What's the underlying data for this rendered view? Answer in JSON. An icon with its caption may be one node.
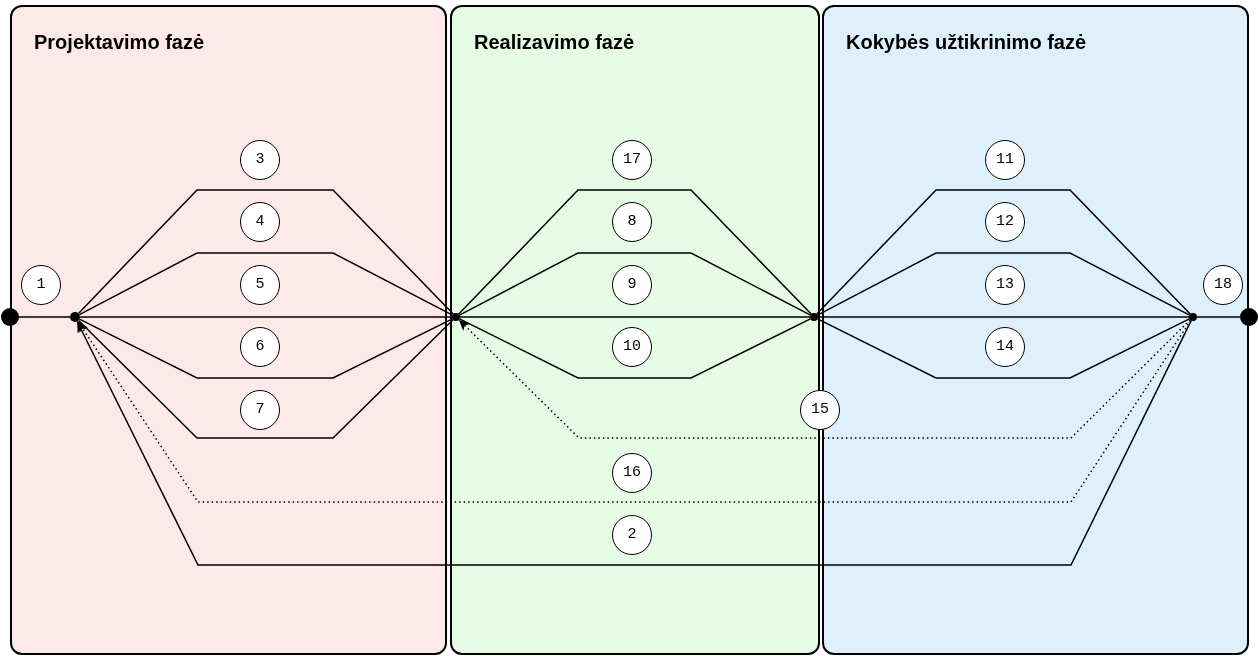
{
  "diagram": {
    "nodes": [
      {
        "text": [
          "Projektavimo fazė"
        ]
      },
      {
        "text": [
          "Realizavimo fazė"
        ]
      },
      {
        "text": [
          "Kokybės užtikrinimo fazė"
        ]
      },
      {
        "text": [],
        "shape": "circle"
      },
      {
        "text": [],
        "shape": "circle",
        "in": 0
      },
      {
        "text": [],
        "shape": "circle",
        "in": 1
      },
      {
        "text": [],
        "shape": "circle",
        "in": 1
      },
      {
        "text": [],
        "shape": "circle",
        "in": 2
      },
      {
        "text": [],
        "shape": "circle"
      }
    ],
    "edges": [
      {
        "from": 3,
        "to": 4,
        "arrow": "none",
        "label": "1"
      },
      {
        "from": 7,
        "to": 4,
        "arrow": "to",
        "label": "2"
      },
      {
        "from": 4,
        "to": 5,
        "arrow": "none",
        "label": "3"
      },
      {
        "from": 4,
        "to": 5,
        "arrow": "none",
        "label": "4"
      },
      {
        "from": 4,
        "to": 5,
        "arrow": "none",
        "label": "5"
      },
      {
        "from": 4,
        "to": 5,
        "arrow": "none",
        "label": "6"
      },
      {
        "from": 4,
        "to": 5,
        "arrow": "none",
        "label": "7"
      },
      {
        "from": 5,
        "to": 6,
        "arrow": "none",
        "label": "8"
      },
      {
        "from": 5,
        "to": 6,
        "arrow": "none",
        "label": "9"
      },
      {
        "from": 5,
        "to": 6,
        "arrow": "none",
        "label": "10"
      },
      {
        "from": 6,
        "to": 7,
        "arrow": "none",
        "label": "11"
      },
      {
        "from": 6,
        "to": 7,
        "arrow": "none",
        "label": "12"
      },
      {
        "from": 6,
        "to": 7,
        "arrow": "none",
        "label": "13"
      },
      {
        "from": 6,
        "to": 7,
        "arrow": "none",
        "label": "14"
      },
      {
        "from": 7,
        "to": 5,
        "arrow": "to",
        "label": "15",
        "style": "dashed"
      },
      {
        "from": 7,
        "to": 4,
        "arrow": "to",
        "label": "16",
        "style": "dashed"
      },
      {
        "from": 5,
        "to": 6,
        "arrow": "none",
        "label": "17"
      },
      {
        "from": 7,
        "to": 8,
        "arrow": "none",
        "label": "18"
      }
    ]
  }
}
